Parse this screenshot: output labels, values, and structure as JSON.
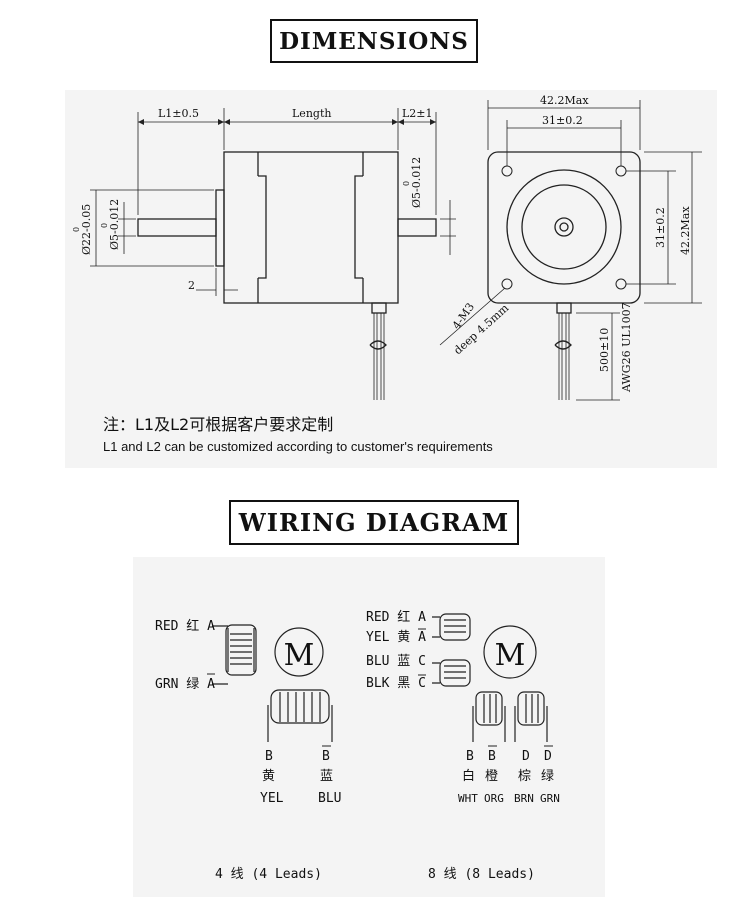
{
  "sections": {
    "dimensions_title": "DIMENSIONS",
    "wiring_title": "WIRING DIAGRAM"
  },
  "dimensions": {
    "side_view": {
      "l1": "L1±0.5",
      "length": "Length",
      "l2": "L2±1",
      "shaft_dia_front": "Ø22-0.05",
      "shaft_dia_front_tol": "0",
      "shaft_d_front": "Ø5-0.012",
      "shaft_d_front_tol": "0",
      "shaft_d_rear": "Ø5-0.012",
      "shaft_d_rear_tol": "0",
      "flange": "2"
    },
    "front_view": {
      "width_max": "42.2Max",
      "hole_spacing_h": "31±0.2",
      "hole_spacing_v": "31±0.2",
      "height_max": "42.2Max",
      "screw": "4-M3",
      "screw_depth": "deep 4.5mm",
      "cable_len": "500±10",
      "cable_spec": "AWG26 UL1007"
    },
    "note_cn": "注：L1及L2可根据客户要求定制",
    "note_en": "L1 and L2 can be customized according to customer's requirements"
  },
  "wiring": {
    "motor_symbol": "M",
    "four_lead": {
      "red": "RED 红 A",
      "grn": "GRN 绿 A",
      "b": "B",
      "b_bar": "B",
      "b_cn": "黄",
      "b_bar_cn": "蓝",
      "b_en": "YEL",
      "b_bar_en": "BLU",
      "caption": "4 线 (4 Leads)"
    },
    "eight_lead": {
      "red": "RED 红 A",
      "yel": "YEL 黄 A",
      "blu": "BLU 蓝 C",
      "blk": "BLK 黑 C",
      "b": "B",
      "b_bar": "B",
      "d": "D",
      "d_bar": "D",
      "b_cn": "白",
      "b_bar_cn": "橙",
      "d_cn": "棕",
      "d_bar_cn": "绿",
      "b_en": "WHT",
      "b_bar_en": "ORG",
      "d_en": "BRN",
      "d_bar_en": "GRN",
      "caption": "8 线 (8 Leads)"
    }
  }
}
